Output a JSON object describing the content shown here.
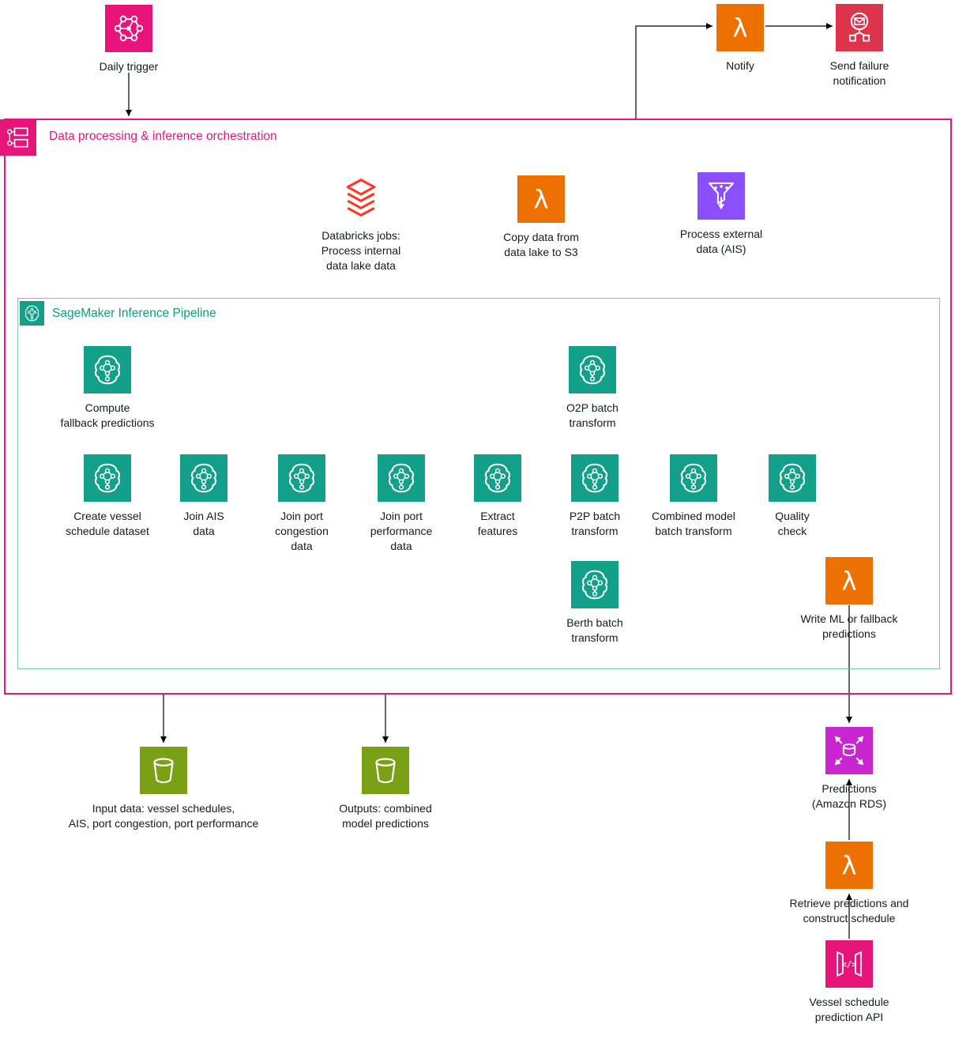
{
  "diagram": {
    "orchestration_title": "Data processing & inference orchestration",
    "sagemaker_title": "SageMaker Inference Pipeline"
  },
  "nodes": {
    "daily_trigger": {
      "label": "Daily trigger",
      "icon": "workflow-hexagon-icon"
    },
    "notify": {
      "label": "Notify",
      "icon": "lambda-icon"
    },
    "send_failure_notification": {
      "label": "Send failure\nnotification",
      "icon": "email-notification-icon"
    },
    "databricks_jobs": {
      "label": "Databricks jobs:\nProcess internal\ndata lake data",
      "icon": "databricks-layers-icon"
    },
    "copy_data": {
      "label": "Copy data from\ndata lake to S3",
      "icon": "lambda-icon"
    },
    "process_external": {
      "label": "Process external\ndata (AIS)",
      "icon": "funnel-icon"
    },
    "compute_fallback": {
      "label": "Compute\nfallback predictions",
      "icon": "sagemaker-brain-icon"
    },
    "o2p_batch": {
      "label": "O2P batch\ntransform",
      "icon": "sagemaker-brain-icon"
    },
    "create_vessel_dataset": {
      "label": "Create vessel\nschedule dataset",
      "icon": "sagemaker-brain-icon"
    },
    "join_ais": {
      "label": "Join AIS\ndata",
      "icon": "sagemaker-brain-icon"
    },
    "join_port_congestion": {
      "label": "Join port\ncongestion\ndata",
      "icon": "sagemaker-brain-icon"
    },
    "join_port_performance": {
      "label": "Join port\nperformance\ndata",
      "icon": "sagemaker-brain-icon"
    },
    "extract_features": {
      "label": "Extract\nfeatures",
      "icon": "sagemaker-brain-icon"
    },
    "p2p_batch": {
      "label": "P2P batch\ntransform",
      "icon": "sagemaker-brain-icon"
    },
    "combined_model_batch": {
      "label": "Combined model\nbatch transform",
      "icon": "sagemaker-brain-icon"
    },
    "quality_check": {
      "label": "Quality\ncheck",
      "icon": "sagemaker-brain-icon"
    },
    "berth_batch": {
      "label": "Berth batch\ntransform",
      "icon": "sagemaker-brain-icon"
    },
    "write_predictions": {
      "label": "Write ML or fallback\npredictions",
      "icon": "lambda-icon"
    },
    "input_data": {
      "label": "Input data: vessel schedules,\nAIS, port congestion, port performance",
      "icon": "s3-bucket-icon"
    },
    "outputs": {
      "label": "Outputs: combined\nmodel predictions",
      "icon": "s3-bucket-icon"
    },
    "predictions_rds": {
      "label": "Predictions\n(Amazon RDS)",
      "icon": "database-scale-out-icon"
    },
    "retrieve_predictions": {
      "label": "Retrieve predictions and\nconstruct schedule",
      "icon": "lambda-icon"
    },
    "vessel_api": {
      "label": "Vessel schedule\nprediction API",
      "icon": "api-gateway-icon"
    }
  },
  "colors": {
    "orchestration_pink": "#E7157B",
    "lambda_orange": "#ED7100",
    "notification_red": "#DD344C",
    "databricks_red": "#FF3621",
    "funnel_purple": "#8C4FFF",
    "sagemaker_teal": "#12a08b",
    "s3_green": "#7AA116",
    "rds_purple": "#C925D1",
    "connector_black": "#000000"
  }
}
